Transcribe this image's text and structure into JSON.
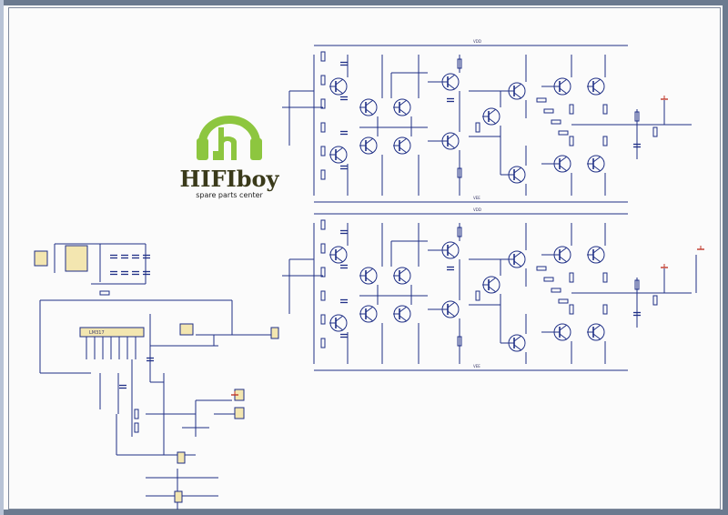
{
  "brand": {
    "name": "HIFIboy",
    "tagline": "spare parts center",
    "colors": {
      "green": "#8dc63f",
      "dark": "#2e2e1c"
    }
  },
  "schematic": {
    "line_color": "#1f2f86",
    "wire_color": "#1f2f86",
    "label_color": "#3b3b6b",
    "component_color": "#c0392b",
    "rails": {
      "upper_top": "VDD",
      "upper_bottom": "VEE",
      "lower_top": "VDD",
      "lower_bottom": "VEE"
    },
    "regulator_label": "LM317",
    "blocks": [
      "upper-amplifier-channel",
      "lower-amplifier-channel",
      "power-supply-protection"
    ]
  }
}
